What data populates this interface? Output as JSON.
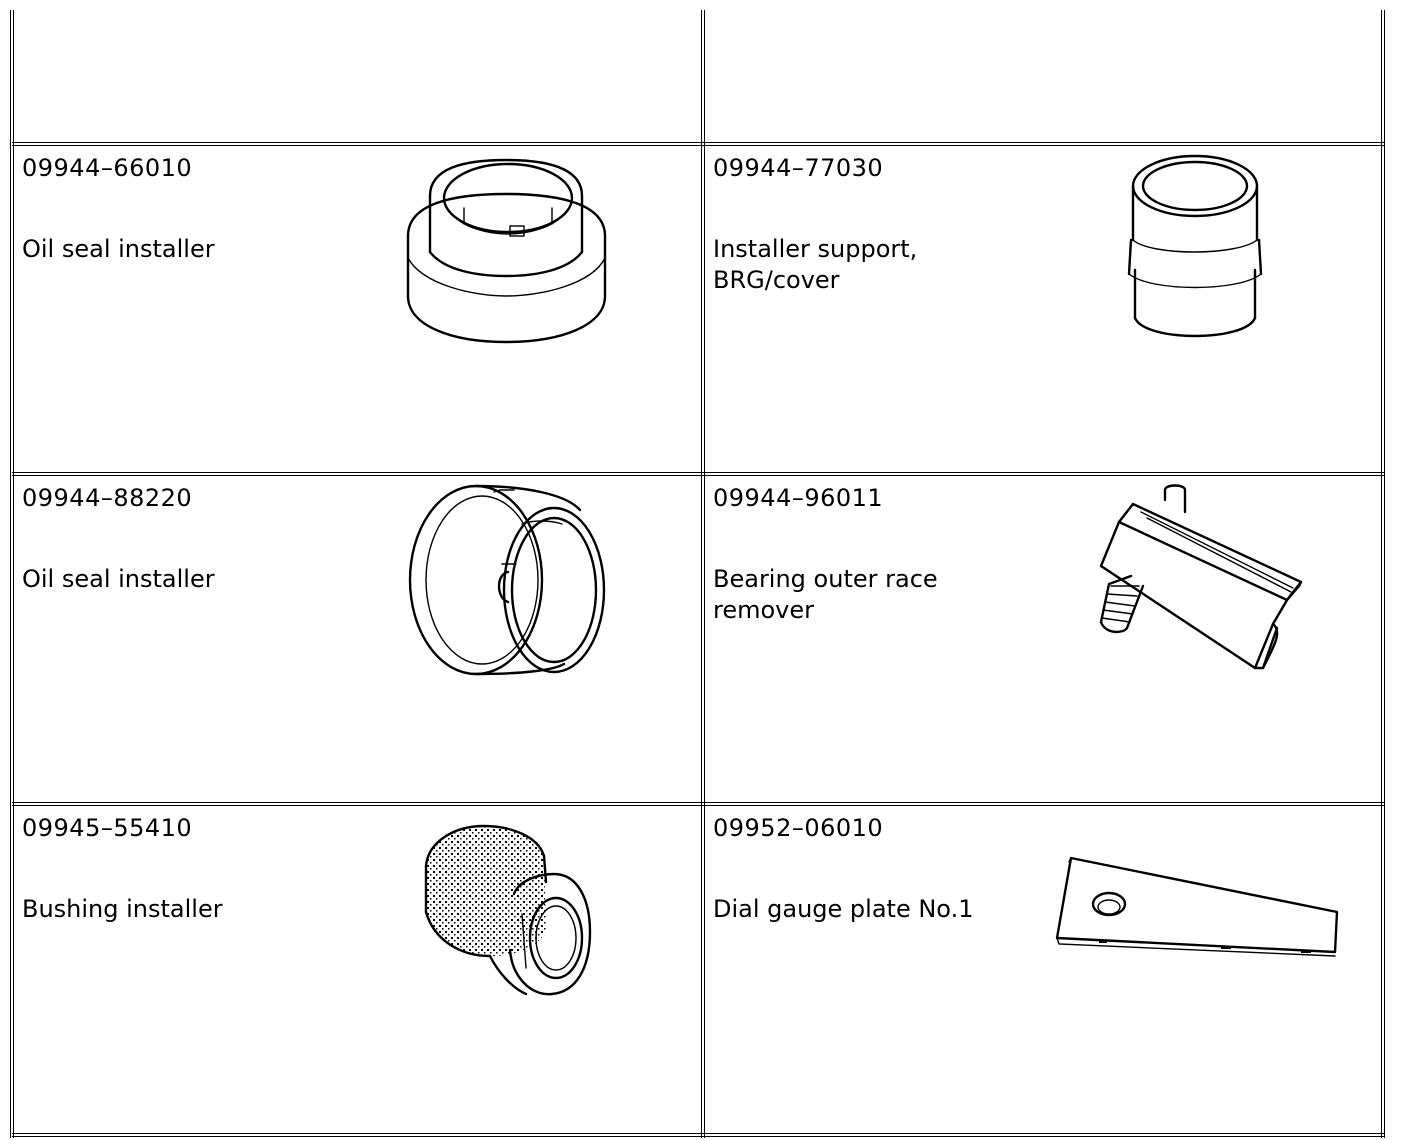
{
  "tools": [
    {
      "part_no": "09944–66010",
      "name_lines": [
        "Oil seal installer"
      ],
      "illustration": "oil-seal-installer-flanged-ring"
    },
    {
      "part_no": "09944–77030",
      "name_lines": [
        "Installer support,",
        "BRG/cover"
      ],
      "illustration": "installer-support-sleeve"
    },
    {
      "part_no": "09944–88220",
      "name_lines": [
        "Oil seal installer"
      ],
      "illustration": "oil-seal-installer-ring-side"
    },
    {
      "part_no": "09944–96011",
      "name_lines": [
        "Bearing outer race",
        "remover"
      ],
      "illustration": "bearing-outer-race-remover-bar"
    },
    {
      "part_no": "09945–55410",
      "name_lines": [
        "Bushing installer"
      ],
      "illustration": "bushing-installer-knurled"
    },
    {
      "part_no": "09952–06010",
      "name_lines": [
        "Dial gauge plate No.1"
      ],
      "illustration": "dial-gauge-plate"
    }
  ]
}
